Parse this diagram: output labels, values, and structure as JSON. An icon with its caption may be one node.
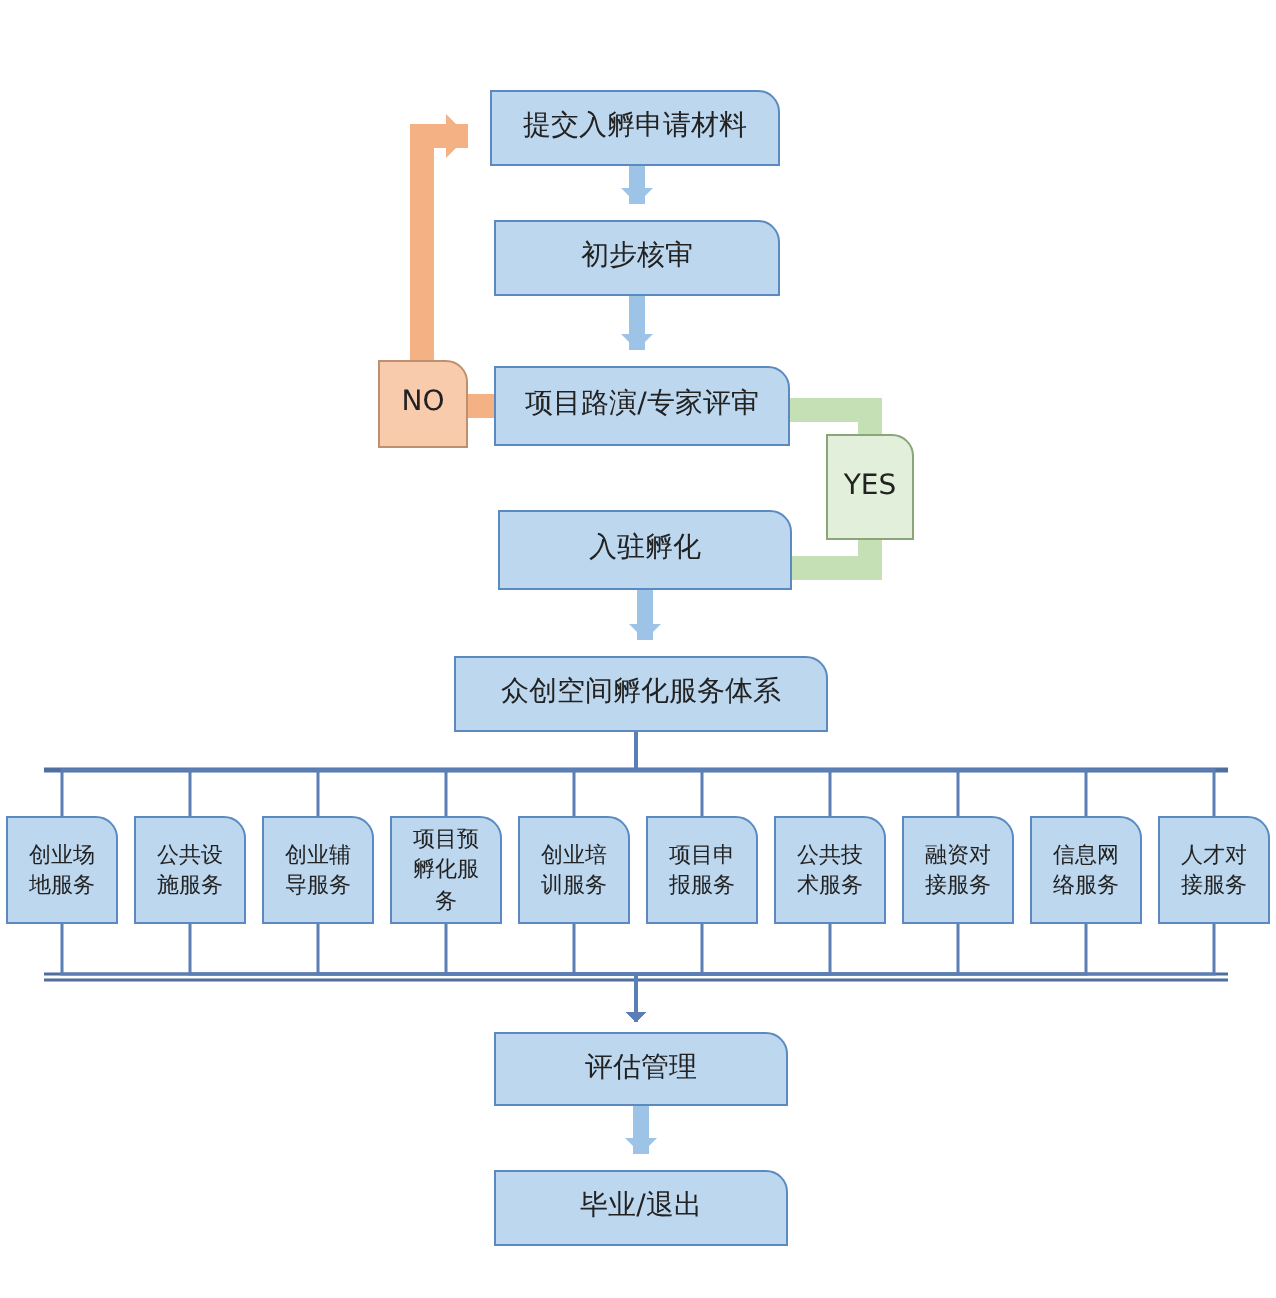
{
  "diagram": {
    "nodes": [
      {
        "text": [
          "提交入孵申请材料"
        ]
      },
      {
        "text": [
          "初步核审"
        ]
      },
      {
        "text": [
          "项目路演/专家评审"
        ]
      },
      {
        "text": [
          "NO"
        ]
      },
      {
        "text": [
          "YES"
        ]
      },
      {
        "text": [
          "入驻孵化"
        ]
      },
      {
        "text": [
          "众创空间孵化服务体系"
        ]
      },
      {
        "text": [
          "创业场地服务"
        ]
      },
      {
        "text": [
          "公共设施服务"
        ]
      },
      {
        "text": [
          "创业辅导服务"
        ]
      },
      {
        "text": [
          "项目预孵化服务"
        ]
      },
      {
        "text": [
          "创业培训服务"
        ]
      },
      {
        "text": [
          "项目申报服务"
        ]
      },
      {
        "text": [
          "公共技术服务"
        ]
      },
      {
        "text": [
          "融资对接服务"
        ]
      },
      {
        "text": [
          "信息网络服务"
        ]
      },
      {
        "text": [
          "人才对接服务"
        ]
      },
      {
        "text": [
          "评估管理"
        ]
      },
      {
        "text": [
          "毕业/退出"
        ]
      }
    ],
    "edges": [
      {
        "from": 0,
        "to": 1,
        "arrow": "to",
        "style": "thick"
      },
      {
        "from": 1,
        "to": 2,
        "arrow": "to",
        "style": "thick"
      },
      {
        "from": 2,
        "to": 3,
        "arrow": "none",
        "style": "thick",
        "color": "#f4b183"
      },
      {
        "from": 3,
        "to": 0,
        "arrow": "to",
        "style": "thick",
        "color": "#f4b183"
      },
      {
        "from": 2,
        "to": 4,
        "arrow": "none",
        "style": "thick",
        "color": "#c5e0b4"
      },
      {
        "from": 4,
        "to": 5,
        "arrow": "none",
        "style": "thick",
        "color": "#c5e0b4"
      },
      {
        "from": 5,
        "to": 6,
        "arrow": "to",
        "style": "thick"
      },
      {
        "from": 6,
        "to": 7,
        "arrow": "none"
      },
      {
        "from": 6,
        "to": 8,
        "arrow": "none"
      },
      {
        "from": 6,
        "to": 9,
        "arrow": "none"
      },
      {
        "from": 6,
        "to": 10,
        "arrow": "none"
      },
      {
        "from": 6,
        "to": 11,
        "arrow": "none"
      },
      {
        "from": 6,
        "to": 12,
        "arrow": "none"
      },
      {
        "from": 6,
        "to": 13,
        "arrow": "none"
      },
      {
        "from": 6,
        "to": 14,
        "arrow": "none"
      },
      {
        "from": 6,
        "to": 15,
        "arrow": "none"
      },
      {
        "from": 6,
        "to": 16,
        "arrow": "none"
      },
      {
        "from": 7,
        "to": 17,
        "arrow": "to"
      },
      {
        "from": 8,
        "to": 17,
        "arrow": "to"
      },
      {
        "from": 9,
        "to": 17,
        "arrow": "to"
      },
      {
        "from": 10,
        "to": 17,
        "arrow": "to"
      },
      {
        "from": 11,
        "to": 17,
        "arrow": "to"
      },
      {
        "from": 12,
        "to": 17,
        "arrow": "to"
      },
      {
        "from": 13,
        "to": 17,
        "arrow": "to"
      },
      {
        "from": 14,
        "to": 17,
        "arrow": "to"
      },
      {
        "from": 15,
        "to": 17,
        "arrow": "to"
      },
      {
        "from": 16,
        "to": 17,
        "arrow": "to"
      },
      {
        "from": 17,
        "to": 18,
        "arrow": "to",
        "style": "thick"
      }
    ]
  }
}
